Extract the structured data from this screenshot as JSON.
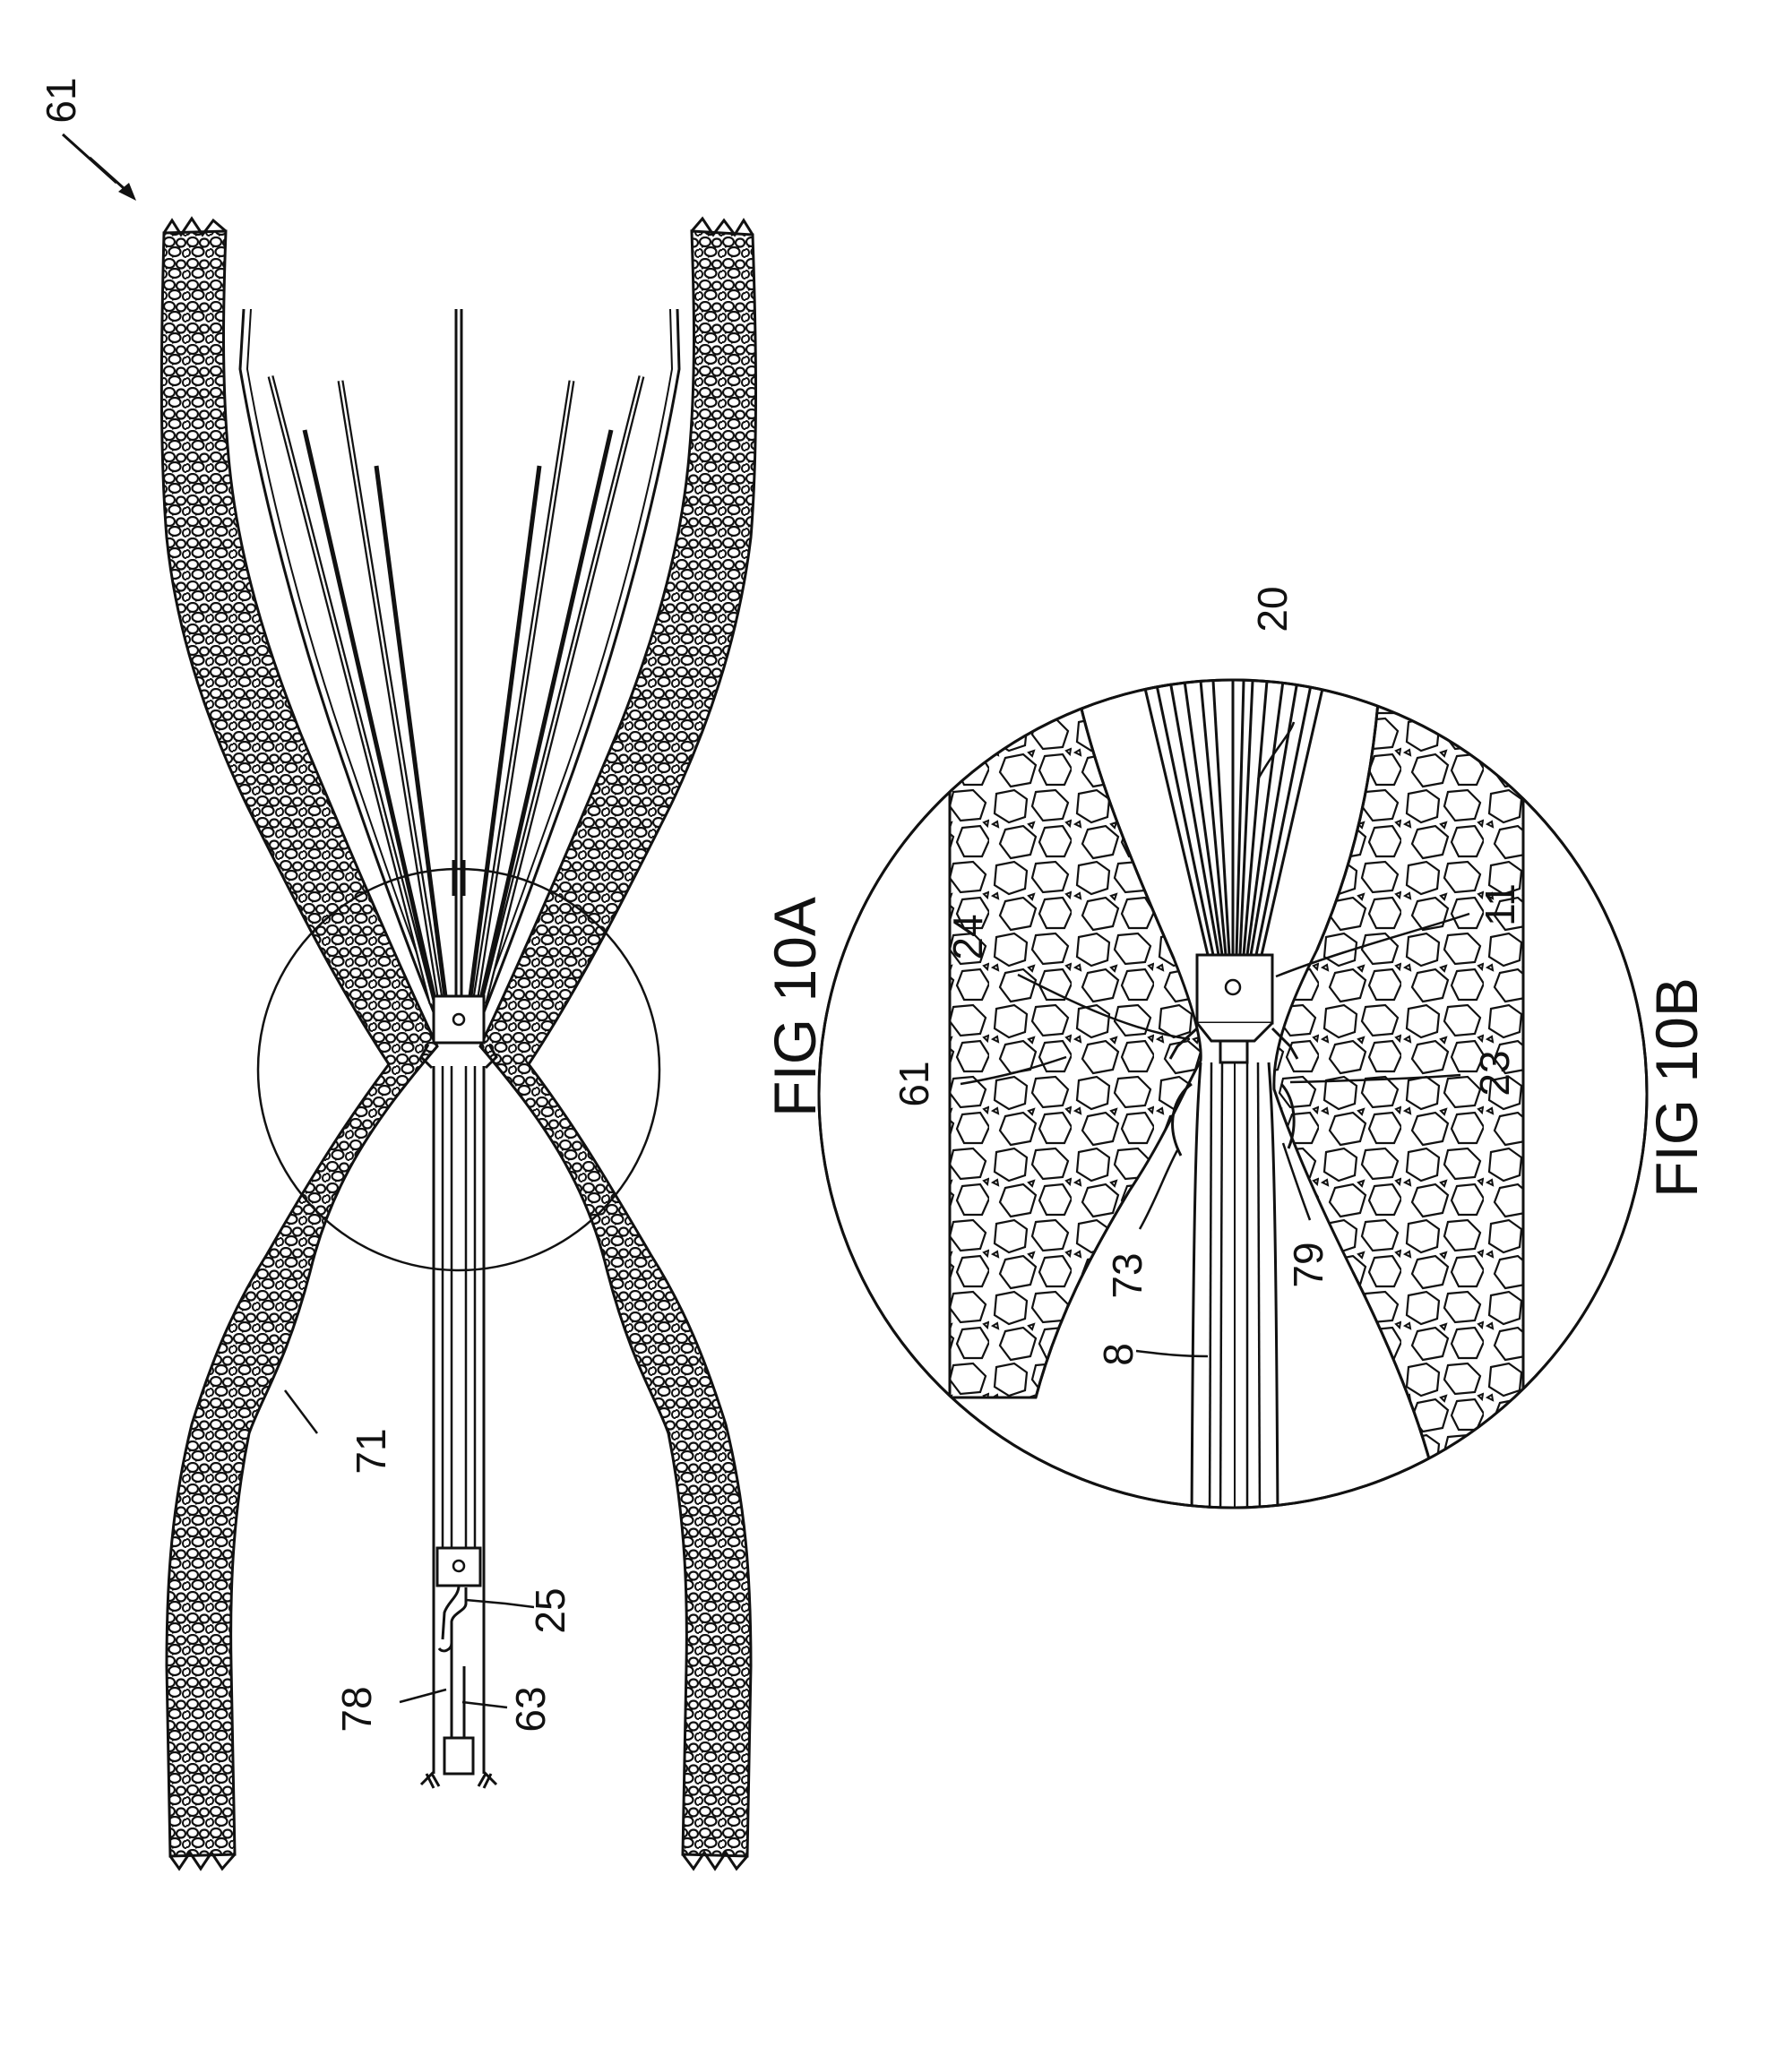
{
  "figures": [
    {
      "id": "10A",
      "caption": "FIG 10A"
    },
    {
      "id": "10B",
      "caption": "FIG 10B"
    }
  ],
  "reference_numerals": {
    "r61_top": "61",
    "r71": "71",
    "r25": "25",
    "r78": "78",
    "r63": "63",
    "r20": "20",
    "r24": "24",
    "r11": "11",
    "r61_b": "61",
    "r23": "23",
    "r73": "73",
    "r79": "79",
    "r8": "8"
  },
  "colors": {
    "ink": "#111111",
    "paper": "#ffffff"
  }
}
